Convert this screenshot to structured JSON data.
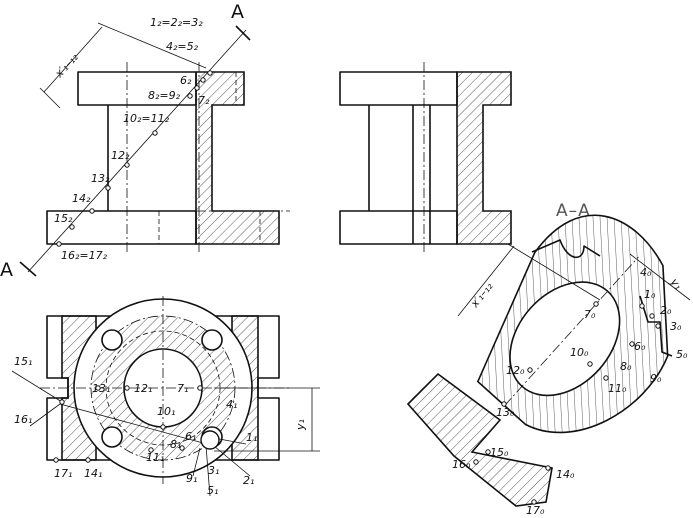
{
  "section_title": "A–A",
  "cut_marks": {
    "top": "A",
    "bottom": "A"
  },
  "dimensions": {
    "x_top": "x′₁–₁₂",
    "x_section": "x′₁–₁₂",
    "y_plan": "y₁",
    "y_section": "y₁"
  },
  "front_labels": {
    "l1": "1₂=2₂=3₂",
    "l4": "4₂=5₂",
    "l6": "6₂",
    "l7": "7₂",
    "l8": "8₂=9₂",
    "l10": "10₂=11₂",
    "l12": "12₂",
    "l13": "13₂",
    "l14": "14₂",
    "l15": "15₂",
    "l16": "16₂=17₂"
  },
  "plan_labels": {
    "l15": "15₁",
    "l16": "16₁",
    "l13": "13₁",
    "l12": "12₁",
    "l7": "7₁",
    "l10": "10₁",
    "l4": "4₁",
    "l1": "1₁",
    "l8": "8₁",
    "l6": "6₁",
    "l11": "11₁",
    "l3": "3₁",
    "l2": "2₁",
    "l9": "9₁",
    "l5": "5₁",
    "l17": "17₁",
    "l14": "14₁"
  },
  "section_labels": {
    "l4": "4₀",
    "l1": "1₀",
    "l2": "2₀",
    "l3": "3₀",
    "l7": "7₀",
    "l6": "6₀",
    "l5": "5₀",
    "l10": "10₀",
    "l8": "8₀",
    "l9": "9₀",
    "l12": "12₀",
    "l11": "11₀",
    "l13": "13₀",
    "l15": "15₀",
    "l16": "16₀",
    "l14": "14₀",
    "l17": "17₀"
  }
}
